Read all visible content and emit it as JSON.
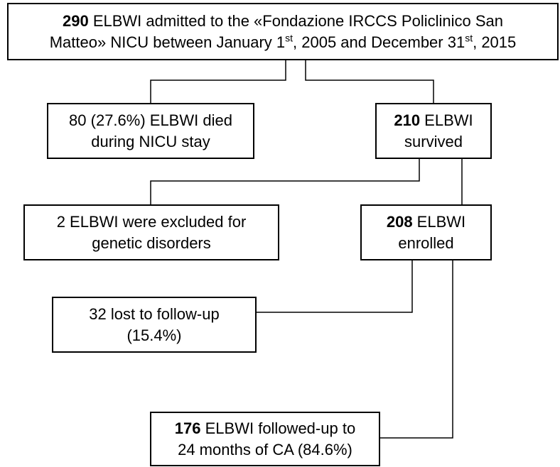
{
  "flowchart": {
    "admitted": {
      "line1_bold": "290",
      "line1_rest": " ELBWI admitted to the «Fondazione IRCCS Policlinico San",
      "line2_pre": "Matteo» NICU between January 1",
      "line2_sup1": "st",
      "line2_mid": ", 2005 and December 31",
      "line2_sup2": "st",
      "line2_post": ", 2015"
    },
    "died": {
      "line1": "80 (27.6%) ELBWI died",
      "line2": "during NICU stay"
    },
    "survived": {
      "line1_bold": "210",
      "line1_rest": " ELBWI",
      "line2": "survived"
    },
    "excluded": {
      "line1": "2 ELBWI were excluded for",
      "line2": "genetic disorders"
    },
    "enrolled": {
      "line1_bold": "208",
      "line1_rest": " ELBWI",
      "line2": "enrolled"
    },
    "lost": {
      "line1": "32 lost to follow-up",
      "line2": "(15.4%)"
    },
    "followed": {
      "line1_bold": "176",
      "line1_rest": " ELBWI followed-up to",
      "line2": "24 months of CA (84.6%)"
    }
  },
  "colors": {
    "stroke": "#000000",
    "background": "#ffffff"
  }
}
